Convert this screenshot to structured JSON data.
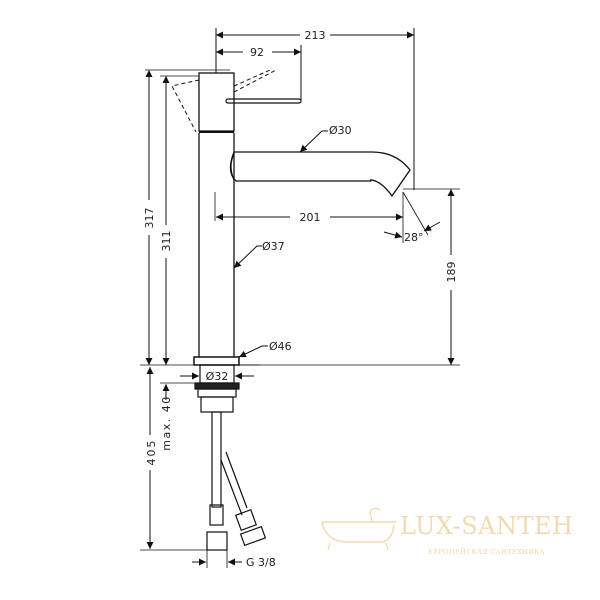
{
  "drawing": {
    "subject": "Single-lever basin mixer — technical dimension drawing",
    "dimensions": {
      "total_reach": "213",
      "lever_reach": "92",
      "spout_diameter": "Ø30",
      "spout_reach": "201",
      "outlet_angle": "28°",
      "outlet_height": "189",
      "body_diameter": "Ø37",
      "base_diameter": "Ø46",
      "total_height": "317",
      "body_height": "311",
      "mounting_diameter": "Ø32",
      "below_deck_length": "405",
      "max_deck_thickness": "max. 40",
      "connection_thread": "G 3/8"
    }
  },
  "watermark": {
    "brand": "LUX-SANTEH",
    "tagline": "ЕВРОПЕЙСКАЯ САНТЕХНИКА",
    "color": "#efd7a8"
  }
}
